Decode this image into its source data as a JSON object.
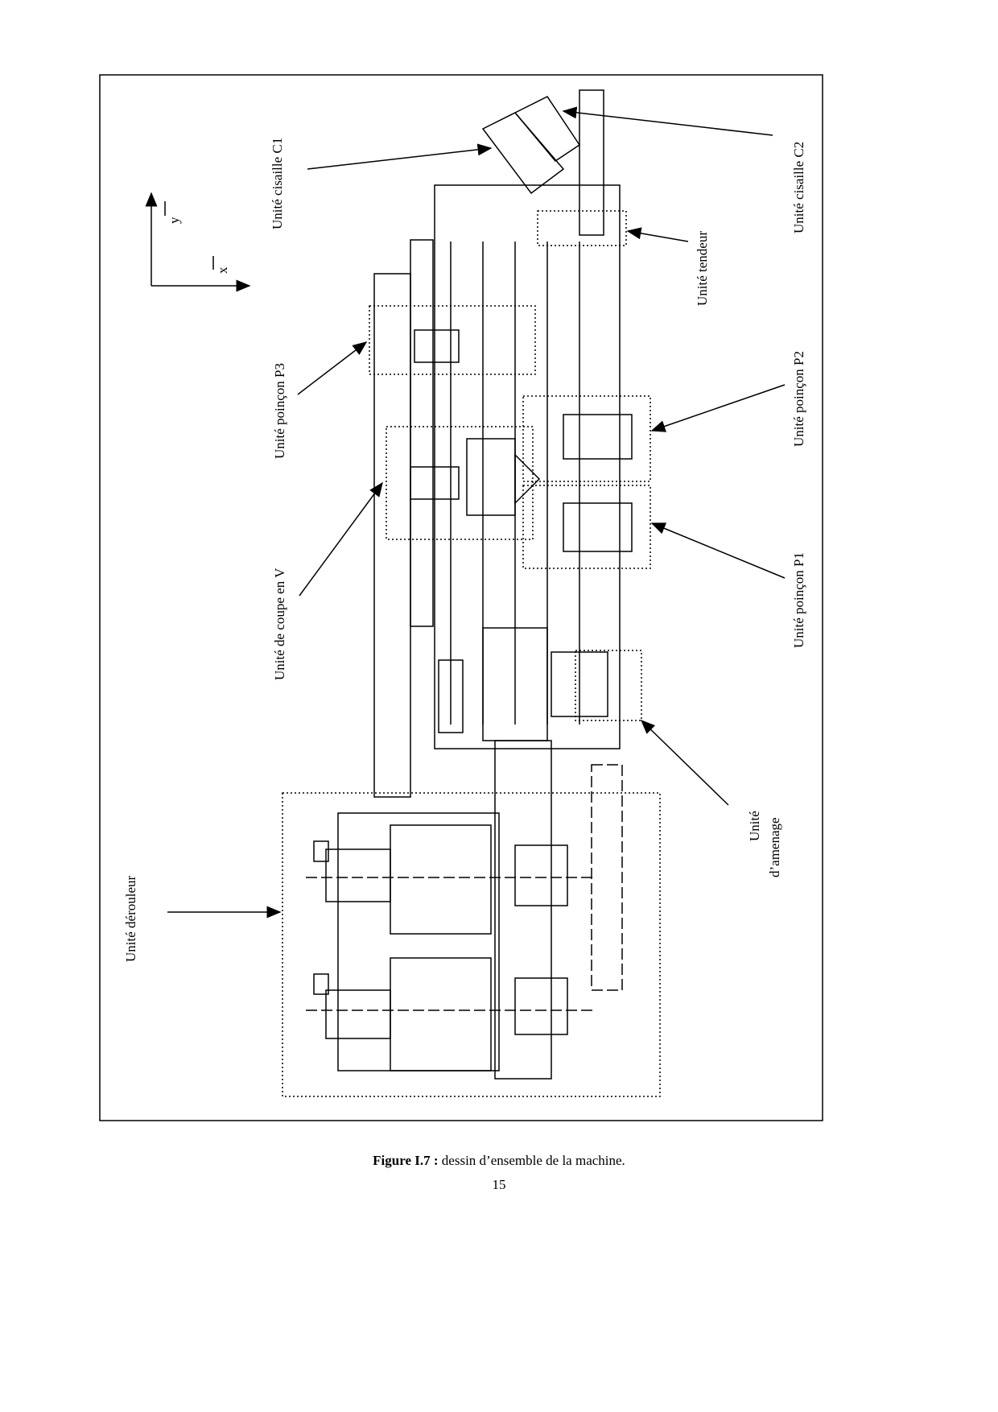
{
  "figure": {
    "labels": {
      "cisaille_c1": "Unité cisaille C1",
      "cisaille_c2": "Unité cisaille C2",
      "tendeur": "Unité tendeur",
      "poincon_p3": "Unité poinçon P3",
      "poincon_p2": "Unité poinçon P2",
      "coupe_v": "Unité de coupe en V",
      "poincon_p1": "Unité poinçon P1",
      "amenage_1": "Unité",
      "amenage_2": "d’amenage",
      "derouleur": "Unité dérouleur"
    },
    "axes": {
      "x": "x",
      "y": "y"
    }
  },
  "caption": {
    "prefix": "Figure I.7 :",
    "text": " dessin d’ensemble de la machine."
  },
  "page_number": "15"
}
